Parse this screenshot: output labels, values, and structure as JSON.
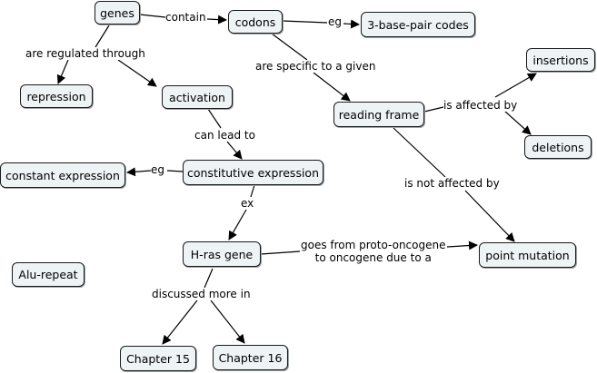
{
  "concepts": {
    "genes": "genes",
    "codons": "codons",
    "bp_codes": "3-base-pair codes",
    "repression": "repression",
    "activation": "activation",
    "reading_frame": "reading frame",
    "insertions": "insertions",
    "deletions": "deletions",
    "constant_expression": "constant expression",
    "constitutive_expression": "constitutive expression",
    "hras": "H-ras gene",
    "point_mutation": "point mutation",
    "alu": "Alu-repeat",
    "ch15": "Chapter 15",
    "ch16": "Chapter 16"
  },
  "links": {
    "contain": "contain",
    "eg1": "eg",
    "regulated": "are regulated through",
    "specific": "are specific to a given",
    "affected": "is affected by",
    "not_affected": "is not affected by",
    "can_lead": "can lead to",
    "eg2": "eg",
    "ex": "ex",
    "goes_from_1": "goes from proto-oncogene",
    "goes_from_2": "to oncogene due to a",
    "discussed": "discussed more in"
  }
}
